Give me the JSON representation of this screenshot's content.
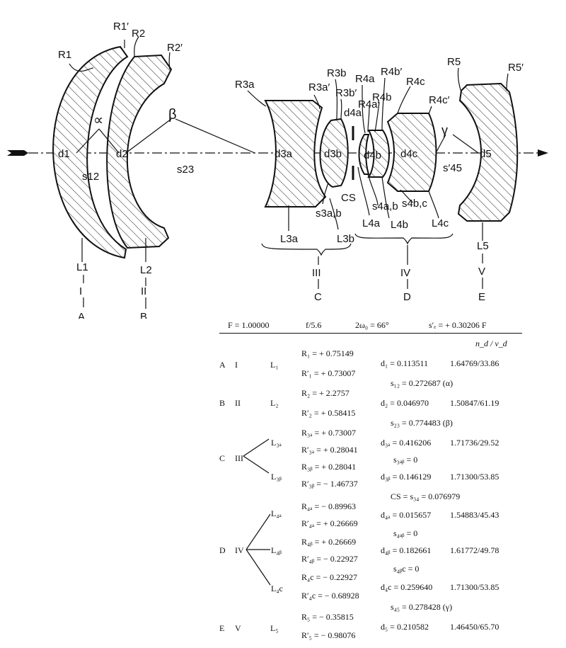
{
  "diagram": {
    "lens_labels": {
      "R1": "R1",
      "R1p": "R1′",
      "R2": "R2",
      "R2p": "R2′",
      "R3a": "R3a",
      "R3ap": "R3a′",
      "R3b": "R3b",
      "R3bp": "R3b′",
      "R4a": "R4a",
      "R4ap": "R4a′",
      "R4b": "R4b",
      "R4bp": "R4b′",
      "R4c": "R4c",
      "R4cp": "R4c′",
      "R5": "R5",
      "R5p": "R5′",
      "d1": "d1",
      "d2": "d2",
      "d3a": "d3a",
      "d3b": "d3b",
      "d4a": "d4a",
      "d4b": "d4b",
      "d4c": "d4c",
      "d5": "d5",
      "s12": "s12",
      "s23": "s23",
      "s45p": "s′45",
      "s3ab": "s3a,b",
      "s4ab": "s4a,b",
      "s4bc": "s4b,c",
      "alpha": "∝",
      "beta": "β",
      "gamma": "γ",
      "CS": "CS",
      "L1": "L1",
      "L2": "L2",
      "L3a": "L3a",
      "L3b": "L3b",
      "L4a": "L4a",
      "L4b": "L4b",
      "L4c": "L4c",
      "L5": "L5"
    },
    "groups": [
      {
        "roman": "I",
        "letter": "A"
      },
      {
        "roman": "II",
        "letter": "B"
      },
      {
        "roman": "III",
        "letter": "C"
      },
      {
        "roman": "IV",
        "letter": "D"
      },
      {
        "roman": "V",
        "letter": "E"
      }
    ]
  },
  "table": {
    "header": {
      "F": "F = 1.00000",
      "fnum": "f/5.6",
      "angle": "2ω₀ = 66°",
      "sback": "s′ₑ = + 0.30206 F",
      "nd": "n_d / ν_d"
    },
    "groups": [
      {
        "letter": "A",
        "roman": "I",
        "lens": "L₁"
      },
      {
        "letter": "B",
        "roman": "II",
        "lens": "L₂"
      },
      {
        "letter": "C",
        "roman": "III",
        "lens_a": "L₃ₐ",
        "lens_b": "L₃ᵦ"
      },
      {
        "letter": "D",
        "roman": "IV",
        "lens_a": "L₄ₐ",
        "lens_b": "L₄ᵦ",
        "lens_c": "L₄c"
      },
      {
        "letter": "E",
        "roman": "V",
        "lens": "L₅"
      }
    ],
    "radii": [
      "R₁ = + 0.75149",
      "R′₁ = + 0.73007",
      "R₂ = + 2.2757",
      "R′₂ = + 0.58415",
      "R₃ₐ = + 0.73007",
      "R′₃ₐ = + 0.28041",
      "R₃ᵦ = + 0.28041",
      "R′₃ᵦ = − 1.46737",
      "R₄ₐ = − 0.89963",
      "R′₄ₐ = + 0.26669",
      "R₄ᵦ = + 0.26669",
      "R′₄ᵦ = − 0.22927",
      "R₄c = − 0.22927",
      "R′₄c = − 0.68928",
      "R₅ = − 0.35815",
      "R′₅ = − 0.98076"
    ],
    "thickness": [
      {
        "d": "d₁ = 0.113511",
        "glass": "1.64769/33.86"
      },
      {
        "d": "d₂ = 0.046970",
        "glass": "1.50847/61.19"
      },
      {
        "d": "d₃ₐ = 0.416206",
        "glass": "1.71736/29.52"
      },
      {
        "d": "d₃ᵦ = 0.146129",
        "glass": "1.71300/53.85"
      },
      {
        "d": "d₄ₐ = 0.015657",
        "glass": "1.54883/45.43"
      },
      {
        "d": "d₄ᵦ = 0.182661",
        "glass": "1.61772/49.78"
      },
      {
        "d": "d₄c = 0.259640",
        "glass": "1.71300/53.85"
      },
      {
        "d": "d₅ = 0.210582",
        "glass": "1.46450/65.70"
      }
    ],
    "spacings": [
      "s₁₂ = 0.272687 (α)",
      "s₂₃ = 0.774483 (β)",
      "s₃ₐᵦ = 0",
      "CS = s₃₄ = 0.076979",
      "s₄ₐᵦ = 0",
      "s₄ᵦc = 0",
      "s₄₅ = 0.278428 (γ)"
    ]
  }
}
